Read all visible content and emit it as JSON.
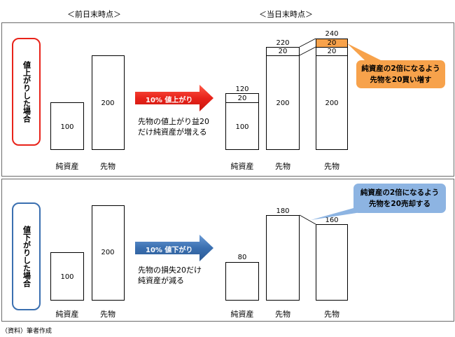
{
  "headers": {
    "prev": "＜前日末時点＞",
    "curr": "＜当日末時点＞"
  },
  "rise": {
    "side_label": "値上がりした場合",
    "arrow_label": "10% 値上がり",
    "description": [
      "先物の値上がり益20",
      "だけ純資産が増える"
    ],
    "prev": {
      "equity": "100",
      "futures": "200"
    },
    "curr": {
      "equity": {
        "total": "120",
        "top": "20",
        "base": "100"
      },
      "futures": {
        "total": "220",
        "top": "20",
        "base": "200"
      },
      "futures2": {
        "total": "240",
        "top": "20",
        "mid": "20",
        "base": "200"
      }
    },
    "callout": [
      "純資産の2倍になるよう",
      "先物を20買い増す"
    ]
  },
  "fall": {
    "side_label": "値下がりした場合",
    "arrow_label": "10% 値下がり",
    "description": [
      "先物の損失20だけ",
      "純資産が減る"
    ],
    "prev": {
      "equity": "100",
      "futures": "200"
    },
    "curr": {
      "equity": "80",
      "futures": "180",
      "futures2": "160"
    },
    "callout": [
      "純資産の2倍になるよう",
      "先物を20売却する"
    ]
  },
  "axis_labels": {
    "equity": "純資産",
    "futures": "先物"
  },
  "source": "（資料）筆者作成",
  "colors": {
    "red": "#e8231a",
    "blue": "#3a6fb0",
    "orange": "#f7a24b",
    "sky": "#8db4e2"
  }
}
